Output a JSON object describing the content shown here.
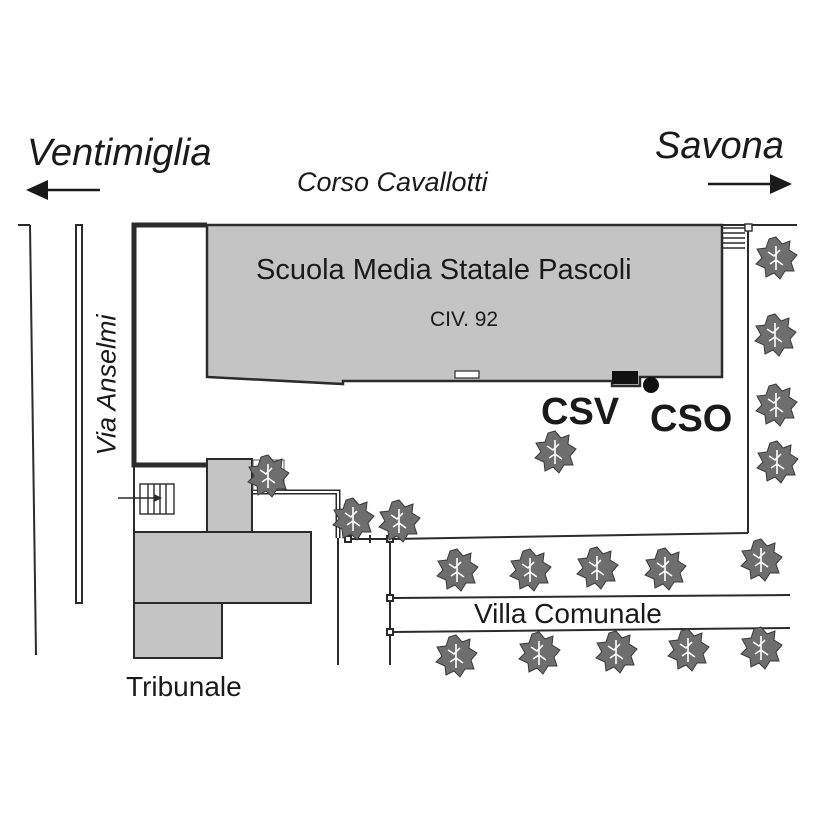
{
  "directions": {
    "west": "Ventimiglia",
    "east": "Savona"
  },
  "streets": {
    "main": "Corso Cavallotti",
    "side": "Via Anselmi"
  },
  "school": {
    "name": "Scuola Media Statale Pascoli",
    "civic": "CIV. 92"
  },
  "markers": {
    "csv": "CSV",
    "cso": "CSO"
  },
  "places": {
    "park": "Villa Comunale",
    "court": "Tribunale"
  },
  "colors": {
    "building_fill": "#c4c4c4",
    "line": "#2b2b2b",
    "tree": "#6e6e6e",
    "marker": "#111111"
  }
}
